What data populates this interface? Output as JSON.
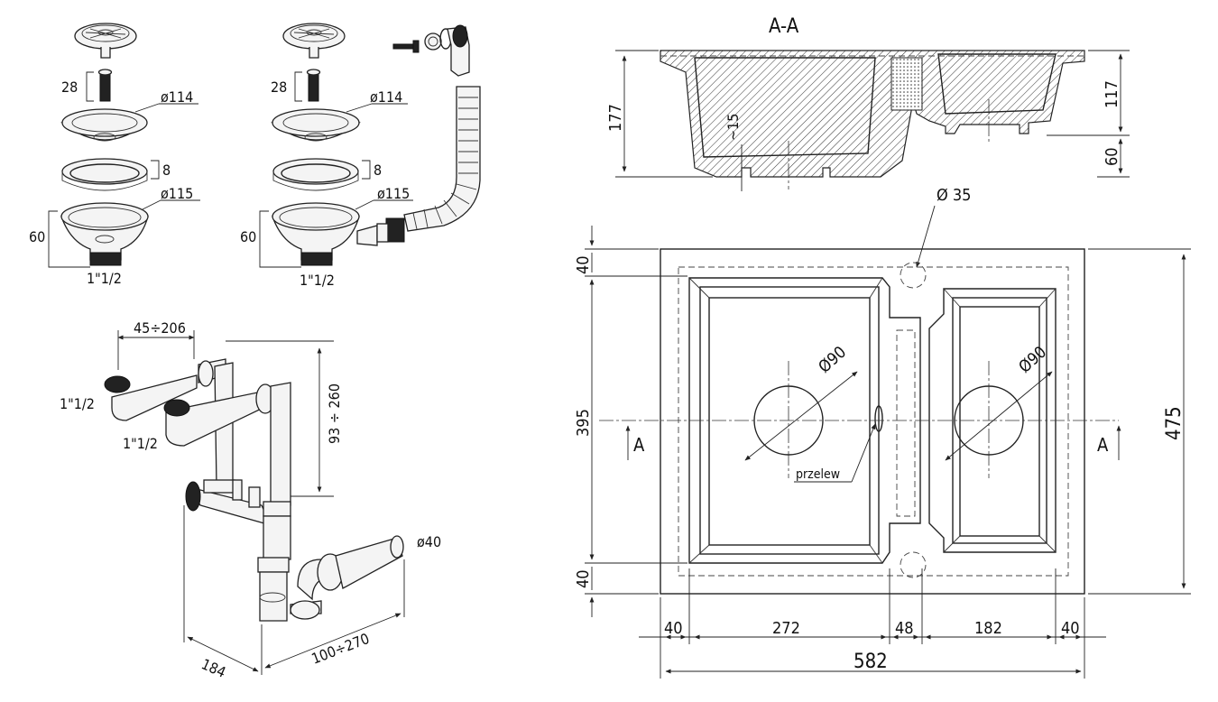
{
  "strainer_kit_single": {
    "screw_length": "28",
    "bowl_diameter": "ø114",
    "ring_height": "8",
    "body_diameter": "ø115",
    "body_height": "60",
    "thread": "1\"1/2"
  },
  "strainer_kit_overflow": {
    "screw_length": "28",
    "bowl_diameter": "ø114",
    "ring_height": "8",
    "body_diameter": "ø115",
    "body_height": "60",
    "thread": "1\"1/2"
  },
  "siphon": {
    "inlet_spacing": "45÷206",
    "height_range": "93 ÷ 260",
    "inlet_thread_1": "1\"1/2",
    "inlet_thread_2": "1\"1/2",
    "outlet_diameter": "ø40",
    "depth": "184",
    "outlet_range": "100÷270"
  },
  "section_view": {
    "title": "A-A",
    "total_height": "177",
    "wall_thickness": "~15",
    "small_bowl_depth": "117",
    "small_bowl_offset": "60"
  },
  "plan_view": {
    "overflow_hole_diameter": "Ø 35",
    "margin_top": "40",
    "inner_height": "395",
    "margin_bottom": "40",
    "total_height": "475",
    "drain_diameter_large": "Ø90",
    "drain_diameter_small": "Ø90",
    "overflow_label": "przelew",
    "section_mark_left": "A",
    "section_mark_right": "A",
    "width_segments": [
      "40",
      "272",
      "48",
      "182",
      "40"
    ],
    "total_width": "582"
  }
}
